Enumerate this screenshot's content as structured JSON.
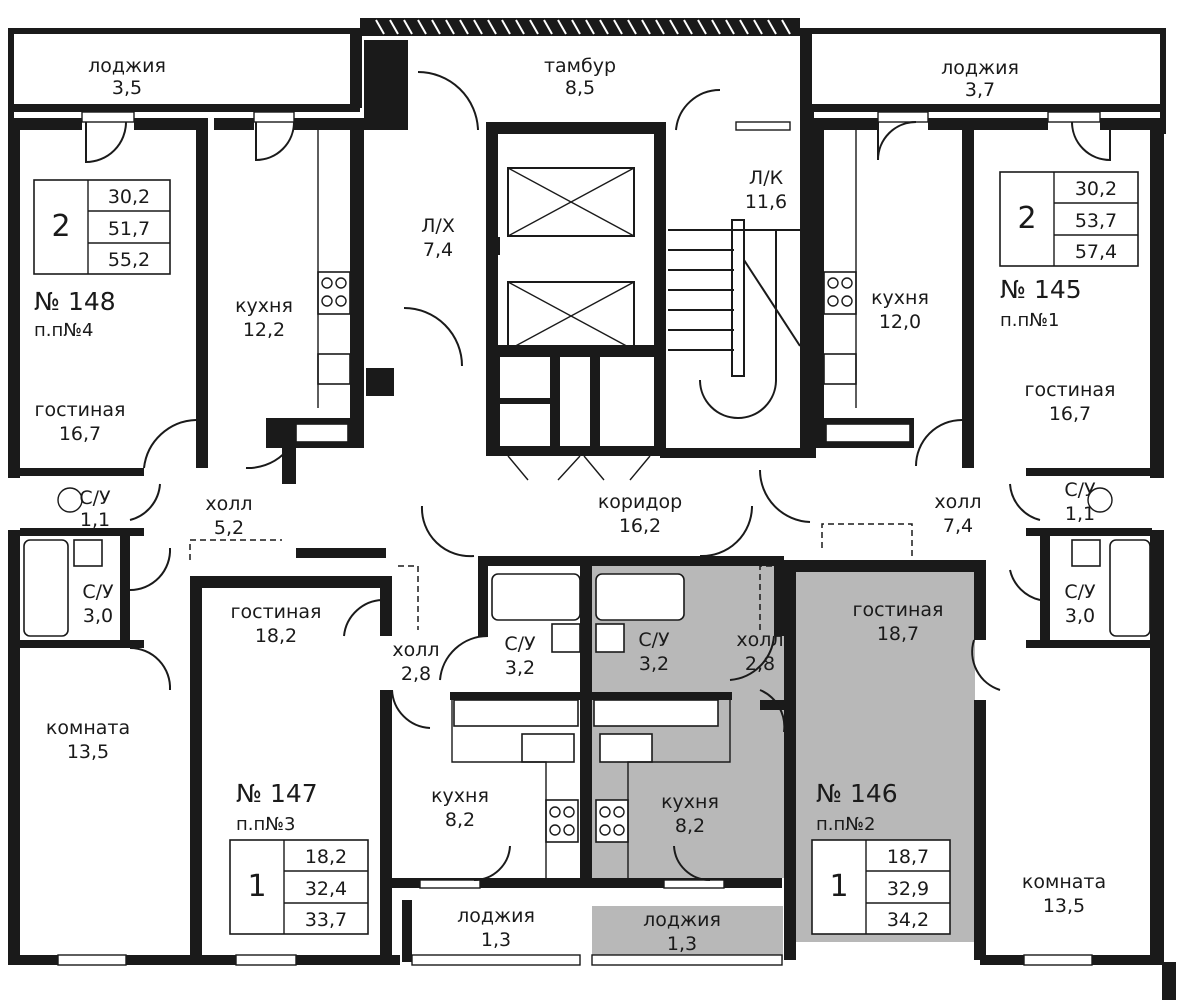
{
  "colors": {
    "wall": "#1a1a1a",
    "highlight": "#b8b8b8",
    "background": "#ffffff"
  },
  "rooms": {
    "loggia_tl": {
      "name": "лоджия",
      "area": "3,5"
    },
    "vestibule": {
      "name": "тамбур",
      "area": "8,5"
    },
    "loggia_tr": {
      "name": "лоджия",
      "area": "3,7"
    },
    "elevator_hall": {
      "name": "Л/Х",
      "area": "7,4"
    },
    "stair": {
      "name": "Л/К",
      "area": "11,6"
    },
    "kitchen_148": {
      "name": "кухня",
      "area": "12,2"
    },
    "living_148": {
      "name": "гостиная",
      "area": "16,7"
    },
    "wc_148": {
      "name": "С/У",
      "area": "1,1"
    },
    "bath_148": {
      "name": "С/У",
      "area": "3,0"
    },
    "hall_148": {
      "name": "холл",
      "area": "5,2"
    },
    "room_148": {
      "name": "комната",
      "area": "13,5"
    },
    "corridor": {
      "name": "коридор",
      "area": "16,2"
    },
    "kitchen_145": {
      "name": "кухня",
      "area": "12,0"
    },
    "living_145": {
      "name": "гостиная",
      "area": "16,7"
    },
    "wc_145": {
      "name": "С/У",
      "area": "1,1"
    },
    "bath_145": {
      "name": "С/У",
      "area": "3,0"
    },
    "hall_145": {
      "name": "холл",
      "area": "7,4"
    },
    "room_145": {
      "name": "комната",
      "area": "13,5"
    },
    "living_147": {
      "name": "гостиная",
      "area": "18,2"
    },
    "hall_147": {
      "name": "холл",
      "area": "2,8"
    },
    "bath_147": {
      "name": "С/У",
      "area": "3,2"
    },
    "kitchen_147": {
      "name": "кухня",
      "area": "8,2"
    },
    "loggia_147": {
      "name": "лоджия",
      "area": "1,3"
    },
    "living_146": {
      "name": "гостиная",
      "area": "18,7"
    },
    "hall_146": {
      "name": "холл",
      "area": "2,8"
    },
    "bath_146": {
      "name": "С/У",
      "area": "3,2"
    },
    "kitchen_146": {
      "name": "кухня",
      "area": "8,2"
    },
    "loggia_146": {
      "name": "лоджия",
      "area": "1,3"
    }
  },
  "apartments": {
    "a148": {
      "number": "№ 148",
      "position": "п.п№4",
      "rooms": "2",
      "areas": [
        "30,2",
        "51,7",
        "55,2"
      ]
    },
    "a145": {
      "number": "№ 145",
      "position": "п.п№1",
      "rooms": "2",
      "areas": [
        "30,2",
        "53,7",
        "57,4"
      ]
    },
    "a147": {
      "number": "№ 147",
      "position": "п.п№3",
      "rooms": "1",
      "areas": [
        "18,2",
        "32,4",
        "33,7"
      ]
    },
    "a146": {
      "number": "№ 146",
      "position": "п.п№2",
      "rooms": "1",
      "areas": [
        "18,7",
        "32,9",
        "34,2"
      ]
    }
  }
}
